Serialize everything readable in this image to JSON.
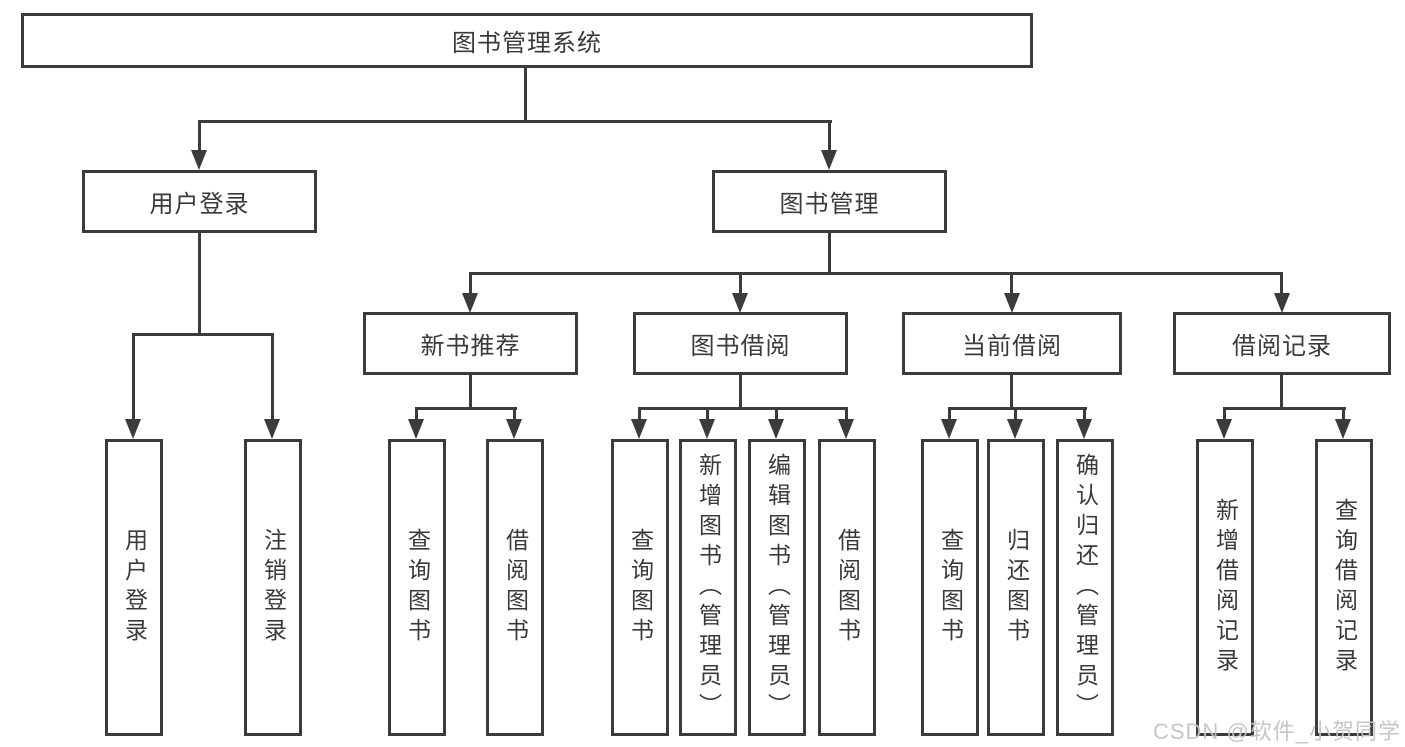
{
  "diagram": {
    "root": {
      "label": "图书管理系统"
    },
    "level2": [
      {
        "label": "用户登录"
      },
      {
        "label": "图书管理"
      }
    ],
    "level3": [
      {
        "label": "新书推荐"
      },
      {
        "label": "图书借阅"
      },
      {
        "label": "当前借阅"
      },
      {
        "label": "借阅记录"
      }
    ],
    "leaves": {
      "user_login": [
        {
          "label": "用户登录"
        },
        {
          "label": "注销登录"
        }
      ],
      "new_book": [
        {
          "label": "查询图书"
        },
        {
          "label": "借阅图书"
        }
      ],
      "book_borrow": [
        {
          "label": "查询图书"
        },
        {
          "label": "新增图书（管理员）"
        },
        {
          "label": "编辑图书（管理员）"
        },
        {
          "label": "借阅图书"
        }
      ],
      "current_borrow": [
        {
          "label": "查询图书"
        },
        {
          "label": "归还图书"
        },
        {
          "label": "确认归还（管理员）"
        }
      ],
      "borrow_record": [
        {
          "label": "新增借阅记录"
        },
        {
          "label": "查询借阅记录"
        }
      ]
    }
  },
  "watermark": {
    "text": "CSDN @软件_小贺同学"
  },
  "colors": {
    "line": "#3b3b3b",
    "text": "#3a3a3a",
    "watermark": "#c5c5c5",
    "background": "#ffffff"
  }
}
